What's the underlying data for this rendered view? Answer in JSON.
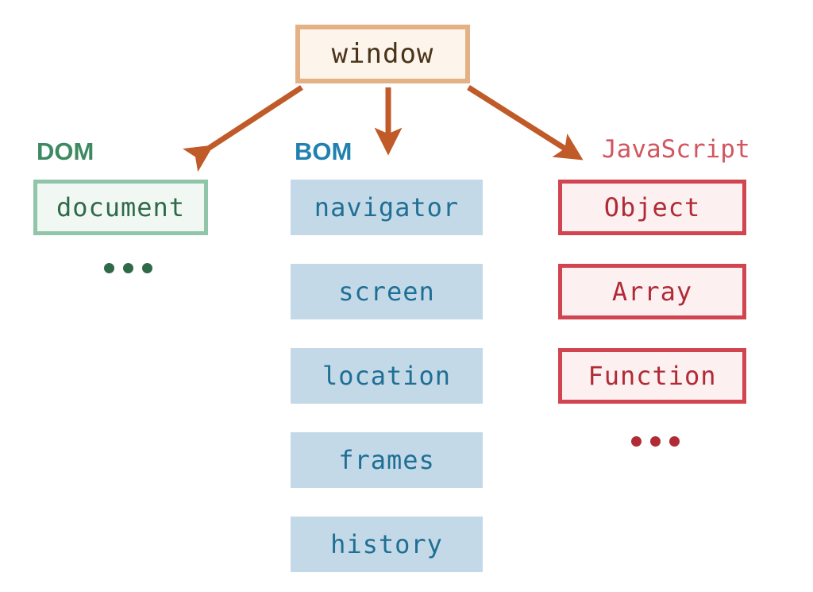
{
  "diagram": {
    "title": "window object model hierarchy",
    "background_color": "#ffffff",
    "root": {
      "label": "window",
      "fill_color": "#fdf5ec",
      "border_color": "#e3b184",
      "text_color": "#4a3418"
    },
    "arrow_color": "#c05a28",
    "columns": [
      {
        "id": "dom",
        "title": "DOM",
        "title_color": "#3d8a62",
        "title_font": "sans",
        "fill_color": "#f1f8f3",
        "border_color": "#90c5a9",
        "text_color": "#2f6a48",
        "items": [
          {
            "label": "document"
          }
        ],
        "has_ellipsis": true,
        "ellipsis_color": "#2f6a48"
      },
      {
        "id": "bom",
        "title": "BOM",
        "title_color": "#2080b0",
        "title_font": "sans",
        "fill_color": "#c3d9e8",
        "border_color": "none",
        "text_color": "#1f6f94",
        "items": [
          {
            "label": "navigator"
          },
          {
            "label": "screen"
          },
          {
            "label": "location"
          },
          {
            "label": "frames"
          },
          {
            "label": "history"
          }
        ],
        "has_ellipsis": false,
        "ellipsis_color": ""
      },
      {
        "id": "javascript",
        "title": "JavaScript",
        "title_color": "#d2555f",
        "title_font": "mono",
        "fill_color": "#fdf0f1",
        "border_color": "#d0454f",
        "text_color": "#b02b35",
        "items": [
          {
            "label": "Object"
          },
          {
            "label": "Array"
          },
          {
            "label": "Function"
          }
        ],
        "has_ellipsis": true,
        "ellipsis_color": "#b02b35"
      }
    ],
    "arrows": [
      {
        "name": "arrow-window-to-dom",
        "direction": "down-left"
      },
      {
        "name": "arrow-window-to-bom",
        "direction": "down"
      },
      {
        "name": "arrow-window-to-javascript",
        "direction": "down-right"
      }
    ]
  }
}
